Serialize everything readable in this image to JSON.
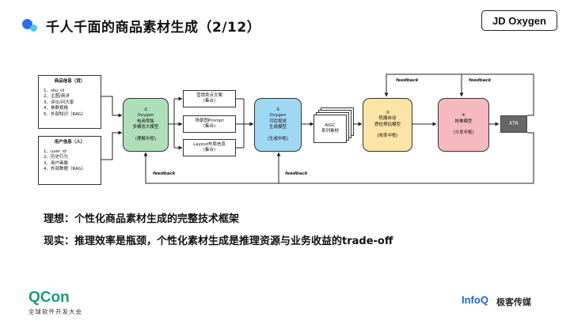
{
  "title": "千人千面的商品素材生成（2/12）",
  "logo": {
    "brand": "JD",
    "product": "Oxygen"
  },
  "product_info": {
    "heading": "商品信息（货）",
    "items": [
      "1、sku_id",
      "2、主图/商详",
      "3、评论/问大家",
      "4、参数规格",
      "5、外部知识（RAG）"
    ]
  },
  "user_info": {
    "heading": "用户信息（人）",
    "items": [
      "1、user_id",
      "2、历史行为",
      "3、用户画像",
      "4、外部数据（RAG）"
    ]
  },
  "model1": {
    "num": "①",
    "lines": [
      "Oxygen",
      "电商零售",
      "多模态大模型"
    ],
    "tag": "(理解中枢)",
    "color": "#aedfb8"
  },
  "sets": [
    {
      "line1": "营销卖点文案",
      "line2": "(集合)"
    },
    {
      "line1": "场景图Prompt",
      "line2": "(集合)"
    },
    {
      "line1": "Layout布局信息",
      "line2": "(集合)"
    }
  ],
  "model2": {
    "num": "②",
    "lines": [
      "Oxygen",
      "可控视觉",
      "生成模型"
    ],
    "tag": "(生成中枢)",
    "color": "#9fd8f3"
  },
  "aigc": {
    "line1": "AIGC",
    "line2": "系列素材"
  },
  "model3": {
    "num": "③",
    "lines": [
      "机器自动",
      "质检预估模型"
    ],
    "tag": "(效率中枢)",
    "color": "#fbe4a6"
  },
  "model4": {
    "num": "④",
    "lines": [
      "排推模型"
    ],
    "tag": "(分发中枢)",
    "color": "#f6b9bf"
  },
  "xtr": "XTR",
  "feedback": [
    "feedback",
    "feedback",
    "feedback",
    "feedback"
  ],
  "statements": [
    "理想：个性化商品素材生成的完整技术框架",
    "现实：推理效率是瓶颈，个性化素材生成是推理资源与业务收益的trade-off"
  ],
  "footer": {
    "qcon": "QCon",
    "qcon_sub": "全球软件开发大会",
    "infoq": "InfoQ",
    "media": "极客传媒"
  }
}
